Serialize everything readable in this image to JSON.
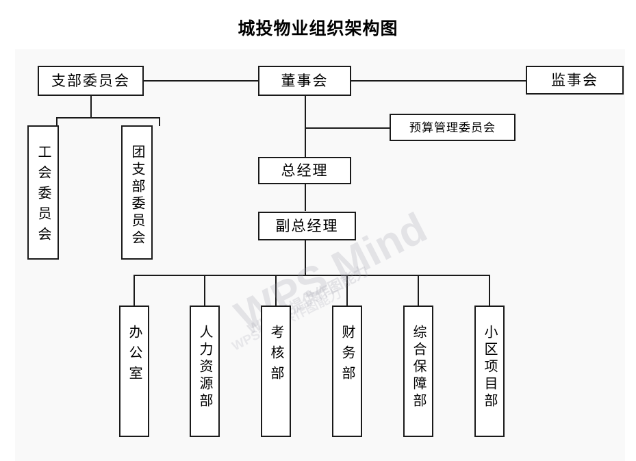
{
  "title": "城投物业组织架构图",
  "watermark": {
    "main": "WPS Mind",
    "sub": "WPS仅提供作图能力",
    "sub2": "WPS仅提供作图能力"
  },
  "nodes": {
    "party_branch_committee": "支部委员会",
    "board_of_directors": "董事会",
    "board_of_supervisors": "监事会",
    "budget_management_committee": "预算管理委员会",
    "general_manager": "总经理",
    "deputy_general_manager": "副总经理",
    "labor_union_committee": "工会委员会",
    "youth_league_branch_committee": "团支部委员会"
  },
  "departments": [
    {
      "label": "办公室"
    },
    {
      "label": "人力资源部"
    },
    {
      "label": "考核部"
    },
    {
      "label": "财务部"
    },
    {
      "label": "综合保障部"
    },
    {
      "label": "小区项目部"
    }
  ],
  "colors": {
    "canvas": "#f9f9f9",
    "box_border": "#1a1a1a",
    "box_fill": "#ffffff",
    "line": "#1a1a1a",
    "text": "#000000"
  }
}
